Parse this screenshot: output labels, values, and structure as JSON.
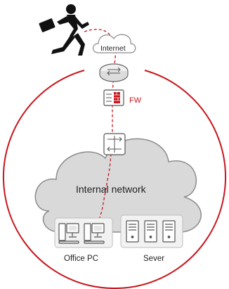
{
  "labels": {
    "internet": "Internet",
    "firewall": "FW",
    "internal_network": "Internal network",
    "office_pc": "Office PC",
    "server": "Sever"
  },
  "colors": {
    "boundary": "#c8161d",
    "attack_path": "#c8161d",
    "firewall_label": "#c8161d",
    "cloud_fill": "#d9d9d9",
    "cloud_stroke": "#8c8c8c",
    "device_stroke": "#555555",
    "group_fill": "#f2f2f2",
    "text": "#222222"
  },
  "icons": {
    "intruder": "running-person-with-briefcase-icon",
    "internet": "cloud-icon",
    "router": "router-icon",
    "firewall": "firewall-icon",
    "switch": "switch-icon",
    "office_pc": "desktop-computer-icon",
    "server": "server-tower-icon"
  }
}
